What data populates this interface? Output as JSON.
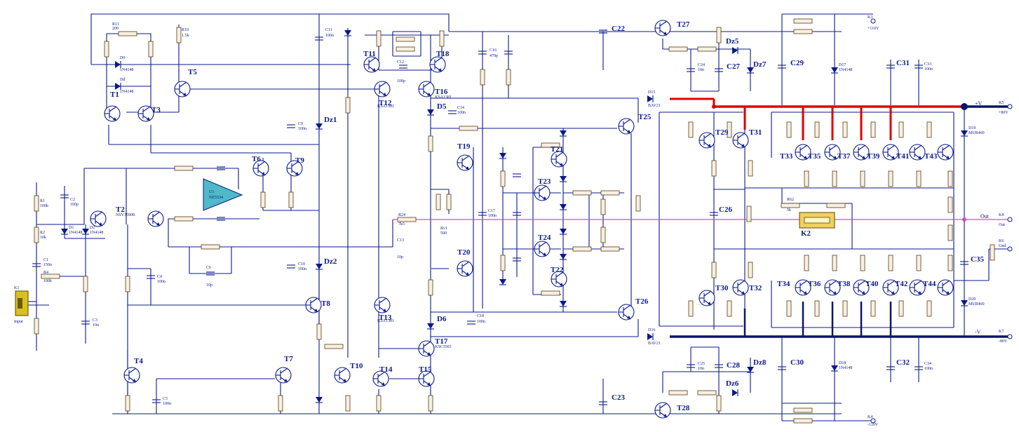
{
  "colors": {
    "wire": "#0a1a8c",
    "positive_rail": "#e00000",
    "negative_rail": "#08146e",
    "output_line": "#e040e0",
    "resistor_body": "#f7f0e2",
    "opamp_fill": "#4fb9c8",
    "connector_fill": "#d8c020",
    "relay_fill": "#f0d060"
  },
  "transistors": {
    "T1": "T1",
    "T2": "T2",
    "T3": "T3",
    "T4": "T4",
    "T5": "T5",
    "T6": "T6",
    "T7": "T7",
    "T8": "T8",
    "T9": "T9",
    "T10": "T10",
    "T11": "T11",
    "T12": "T12",
    "T13": "T13",
    "T14": "T14",
    "T15": "T15",
    "T16": "T16",
    "T17": "T17",
    "T18": "T18",
    "T19": "T19",
    "T20": "T20",
    "T21": "T21",
    "T22": "T22",
    "T23": "T23",
    "T24": "T24",
    "T25": "T25",
    "T26": "T26",
    "T27": "T27",
    "T28": "T28",
    "T29": "T29",
    "T30": "T30",
    "T31": "T31",
    "T32": "T32",
    "T33": "T33",
    "T34": "T34",
    "T35": "T35",
    "T36": "T36",
    "T37": "T37",
    "T38": "T38",
    "T39": "T39",
    "T40": "T40",
    "T41": "T41",
    "T42": "T42",
    "T43": "T43",
    "T44": "T44"
  },
  "zeners": {
    "Dz1": "Dz1",
    "Dz2": "Dz2",
    "Dz5": "Dz5",
    "Dz6": "Dz6",
    "Dz7": "Dz7",
    "Dz8": "Dz8",
    "D5": "D5",
    "D6": "D6"
  },
  "capacitors": {
    "C22": "C22",
    "C23": "C23",
    "C26": "C26",
    "C27": "C27",
    "C28": "C28",
    "C29": "C29",
    "C30": "C30",
    "C31": "C31",
    "C32": "C32",
    "C35": "C35"
  },
  "connectors": {
    "K1": "K1",
    "K1_sub": "Input",
    "K2": "K2",
    "K3": "K3",
    "K3_sub": "+110V",
    "K4": "K4",
    "K4_sub": "-110V",
    "K5": "K5",
    "K5_sub": "+80V",
    "K6": "K6",
    "K6_sub": "Gnd",
    "K7": "K7",
    "K7_sub": "-80V",
    "K8": "K8",
    "K8_sub": "Out"
  },
  "rails": {
    "positive": "+V",
    "negative": "-V",
    "output": "Out"
  },
  "opamp": {
    "name": "U1",
    "part": "NE5534"
  },
  "small_labels": {
    "r_top_left": "R11",
    "r_top_left_val": "200",
    "d0": "D0",
    "d0_val": "1N4148",
    "dd": "Dd",
    "dd_val": "1N4148",
    "r10": "R10",
    "r10_val": "1.5k",
    "c11": "C11",
    "c11_val": "100n",
    "c12": "C12",
    "c12_val": "100p",
    "c14": "C14",
    "c14_val": "100n",
    "c16": "C16",
    "c16_val": "470p",
    "c17": "C17",
    "c17_val": "100n",
    "c18": "C18",
    "c18_val": "100n",
    "c1": "C1",
    "c1_val": "150n",
    "c2": "C2",
    "c2_val": "100p",
    "c3": "C3",
    "c3_val": "10n",
    "c4": "C4",
    "c4_val": "100n",
    "c5": "C5",
    "c5_val": "100n",
    "c6": "C6",
    "c6_val": "10p",
    "c9": "C9",
    "c9_val": "100n",
    "c10": "C10",
    "c10_val": "100n",
    "c13": "C13",
    "c13_val": "10p",
    "c24": "C24",
    "c24_val": "10n",
    "c25": "C25",
    "c25_val": "10n",
    "c33": "C33",
    "c33_val": "100n",
    "c34": "C34",
    "c34_val": "100n",
    "d15": "D15",
    "d15_val": "BAV21",
    "d16": "D16",
    "d16_val": "BAV21",
    "d17": "D17",
    "d17_val": "1N4148",
    "d18": "D18",
    "d18_val": "1N4148",
    "d19": "D19",
    "d19_val": "MUR460",
    "d20": "D20",
    "d20_val": "MUR460",
    "r62": "R62",
    "r62_val": "5k",
    "r1": "R1",
    "r1_val": "100k",
    "r2": "R2",
    "r2_val": "10k",
    "r4": "R4",
    "r4_val": "100k",
    "r24": "R24",
    "r24_val": "7k5",
    "rv1": "Rv1",
    "rv1_val": "500",
    "t12_part": "KSA1381",
    "t13_part": "KSA1381",
    "t16_part": "KSA1381",
    "t17_part": "KSC3503",
    "t2_part": "NSV35908",
    "d1": "D1",
    "d1_val": "1N4148",
    "d2": "D2",
    "d2_val": "1N4148"
  }
}
